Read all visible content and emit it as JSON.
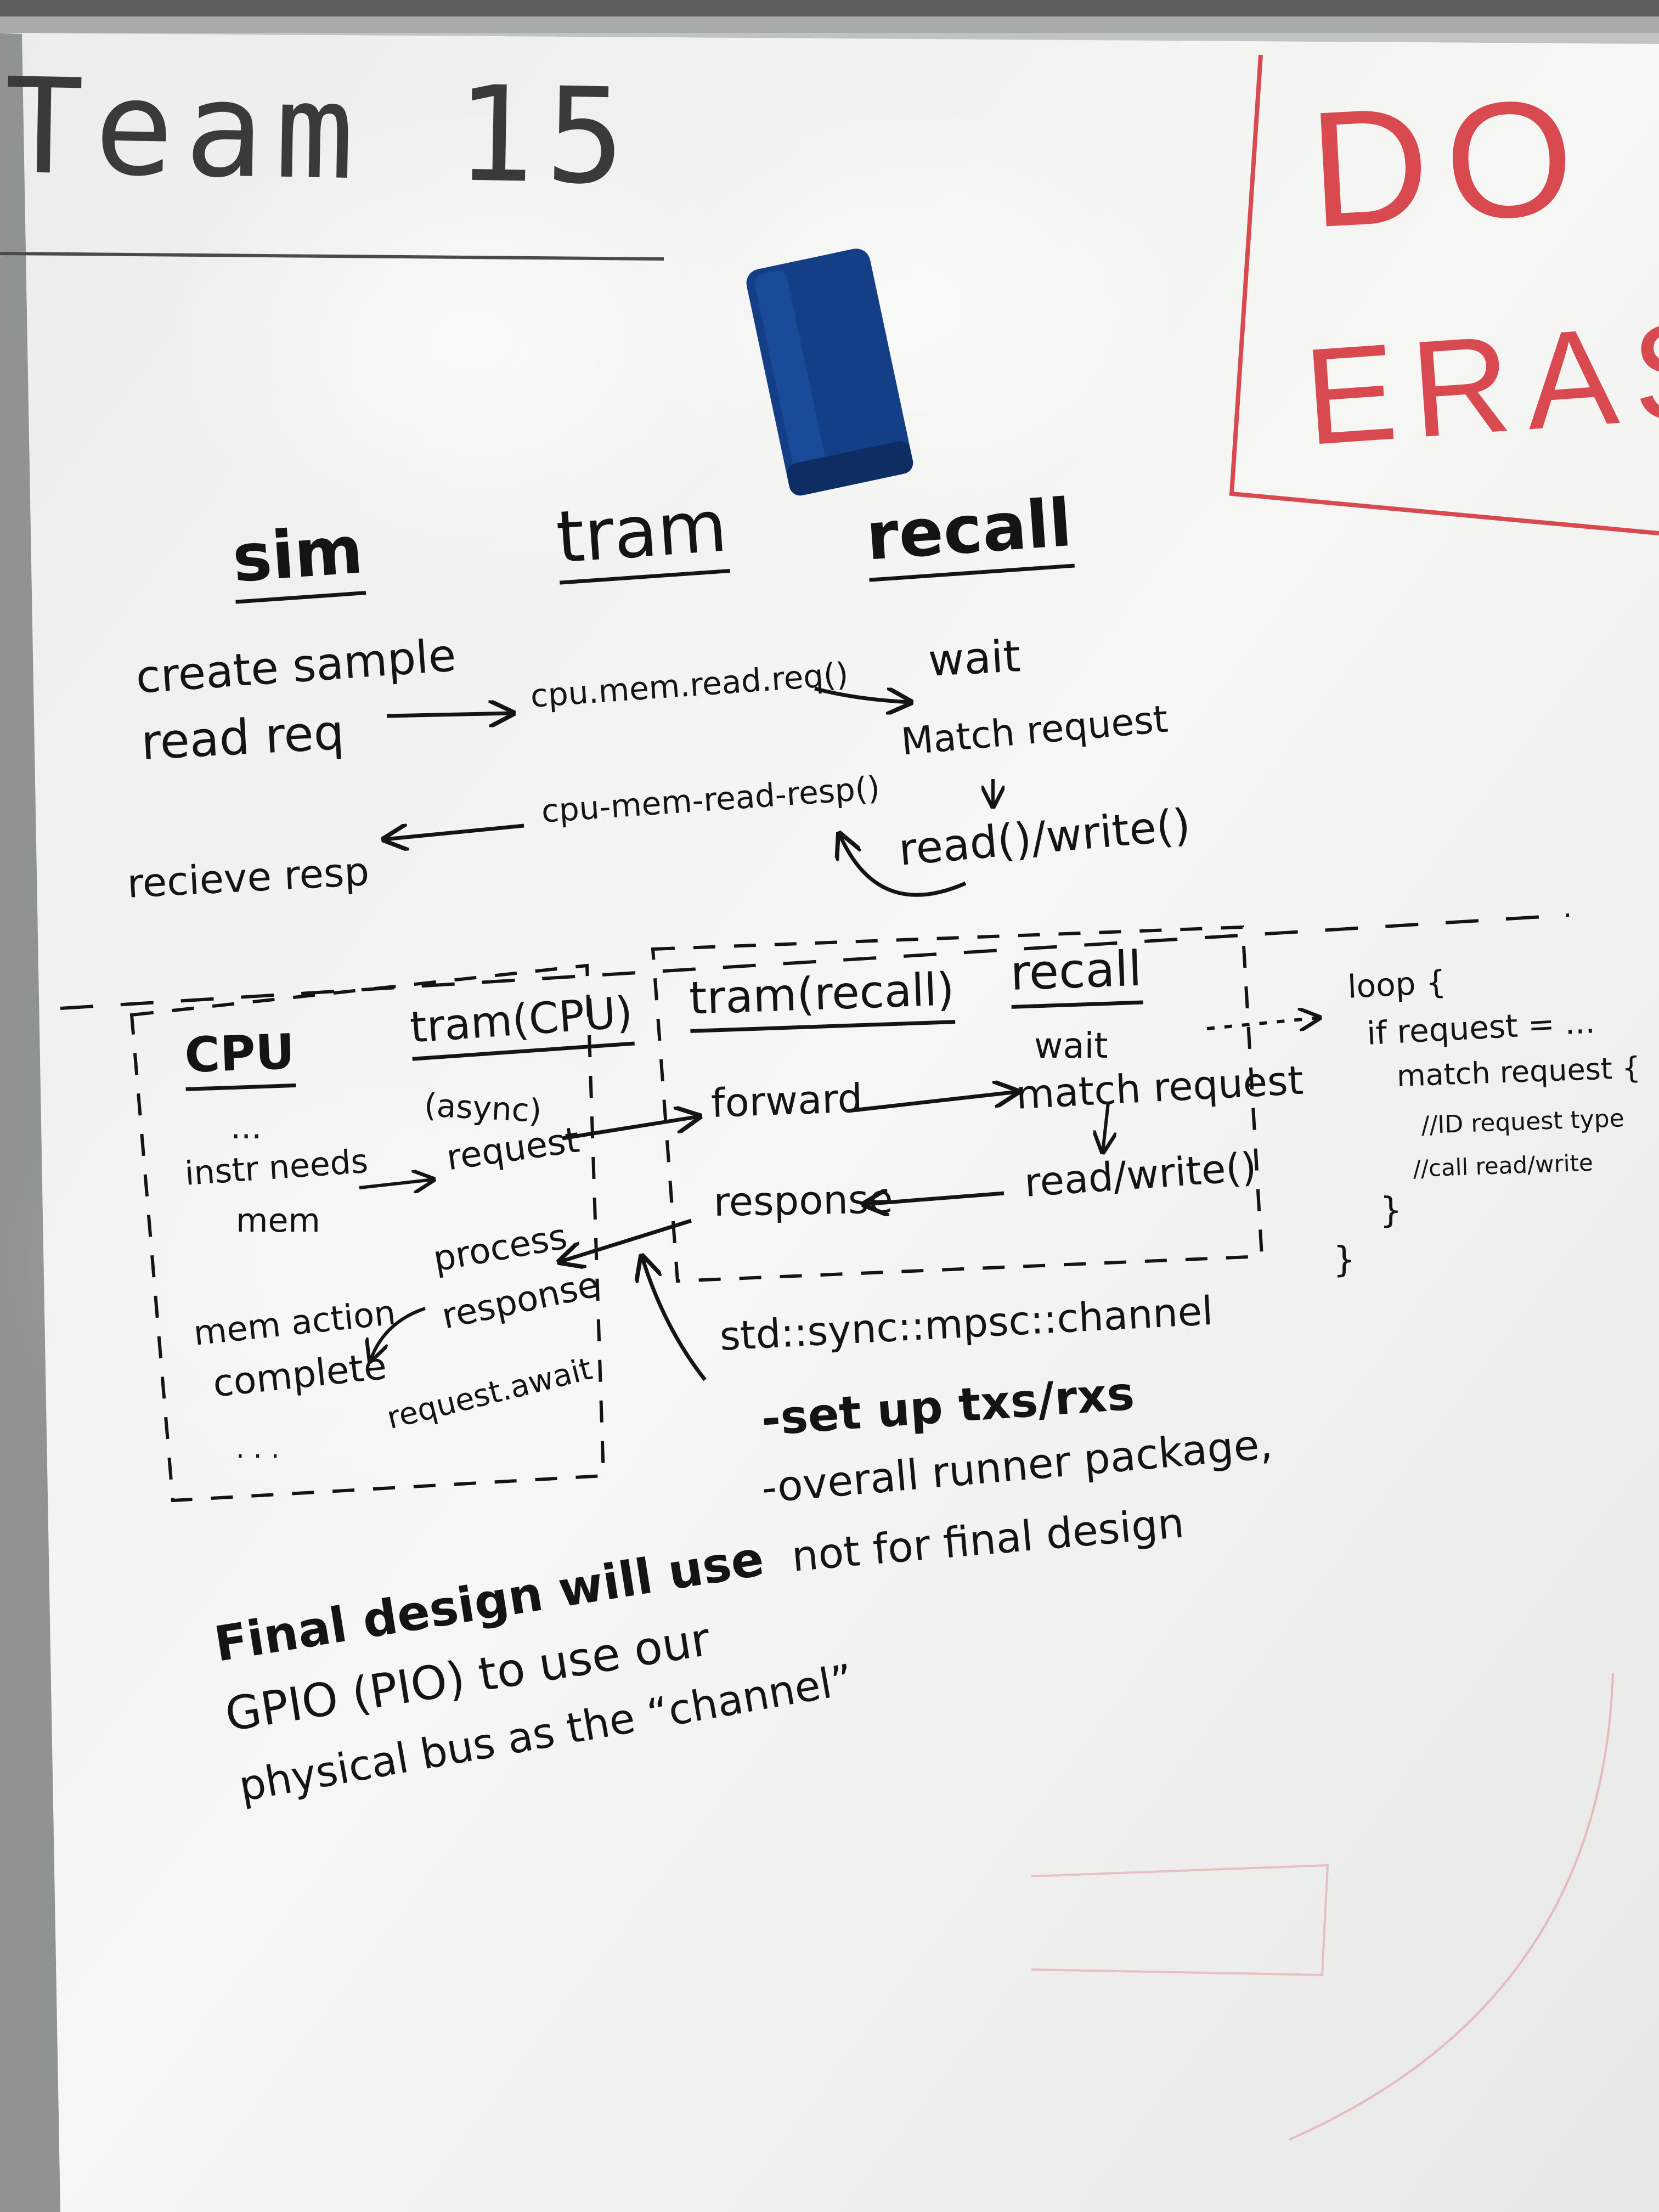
{
  "board": {
    "title": "Team 15",
    "red_note_line1": "DO N",
    "red_note_line2": "ERAS"
  },
  "colors": {
    "marker": "#141414",
    "red_marker": "#d94a50",
    "eraser": "#143f86",
    "board": "#f3f4f2",
    "frame": "#8f9391"
  },
  "top_section": {
    "headers": [
      "sim",
      "tram",
      "recall"
    ],
    "sim_lines": [
      "create sample",
      "read req",
      "recieve resp"
    ],
    "tram_lines": [
      "cpu.mem.read.req()",
      "cpu-mem-read-resp()"
    ],
    "recall_lines": [
      "wait",
      "Match request",
      "read()/write()"
    ]
  },
  "bottom_section": {
    "cpu_box": {
      "header": "CPU",
      "dots_top": "...",
      "instr_needs": "instr needs",
      "mem": "mem",
      "mem_action": "mem action",
      "complete": "complete",
      "dots_bottom": ". . ."
    },
    "tram_cpu_box": {
      "header": "tram(CPU)",
      "async": "(async)",
      "request": "request",
      "process": "process",
      "response": "response",
      "request_await": "request.await"
    },
    "tram_recall_box": {
      "header": "tram(recall)",
      "forward": "forward",
      "response": "response"
    },
    "recall_box": {
      "header": "recall",
      "wait": "wait",
      "match_request": "match request",
      "read_write": "read/write()"
    },
    "loop_code": [
      "loop {",
      "if request = ...",
      "match request {",
      "//ID request type",
      "//call read/write",
      "}",
      "}"
    ],
    "channel_notes": [
      "std::sync::mpsc::channel",
      "-set up txs/rxs",
      "-overall runner package,",
      "not for final design"
    ],
    "final_design": [
      "Final design will use",
      "GPIO (PIO) to use our",
      "physical bus as the “channel”"
    ]
  }
}
